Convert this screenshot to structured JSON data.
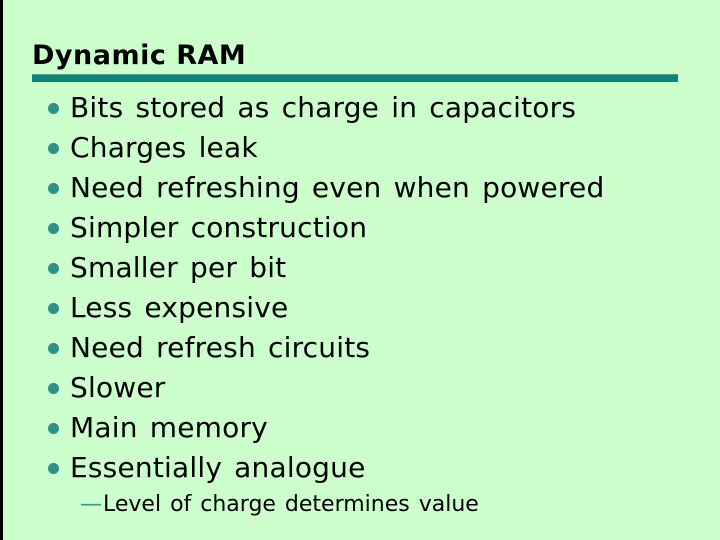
{
  "slide": {
    "title": "Dynamic RAM",
    "bullets": [
      "Bits stored as charge in capacitors",
      "Charges leak",
      "Need refreshing even when powered",
      "Simpler construction",
      "Smaller per bit",
      "Less expensive",
      "Need refresh circuits",
      "Slower",
      "Main memory",
      "Essentially analogue"
    ],
    "sub_bullet": {
      "dash": "—",
      "text": "Level of charge determines value"
    },
    "colors": {
      "background": "#ccffcc",
      "accent_teal": "#0e8377",
      "bullet_teal": "#2e8e8a",
      "dash_teal": "#2e9c90",
      "text": "#000000"
    }
  }
}
